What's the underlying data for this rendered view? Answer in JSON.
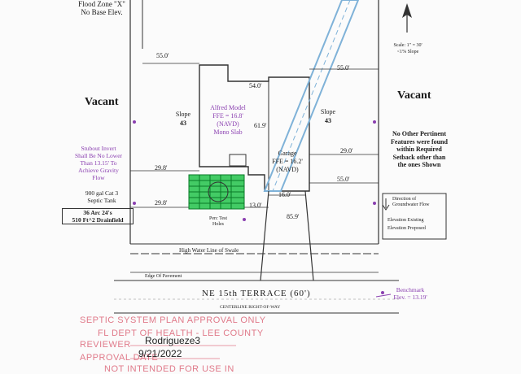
{
  "top_left": {
    "flood_zone": "Flood Zone \"X\"",
    "base_elev": "No Base Elev."
  },
  "scale": {
    "line1": "Scale: 1\" = 30'",
    "line2": "<1% Slope"
  },
  "left_label": "Vacant",
  "right_label": "Vacant",
  "house": {
    "model_lines": [
      "Alfred Model",
      "FFE = 16.8'",
      "(NAVD)",
      "Mono Slab"
    ],
    "garage_lines": [
      "Garage",
      "FFE = 16.2'",
      "(NAVD)"
    ]
  },
  "slope_left": {
    "label": "Slope",
    "value": "43"
  },
  "slope_right": {
    "label": "Slope",
    "value": "43"
  },
  "stubout_lines": [
    "Stubout Invert",
    "Shall Be No Lower",
    "Than 13.15' To",
    "Achieve Gravity",
    "Flow"
  ],
  "septic_lines": [
    "900 gal Cat 3",
    "Septic Tank"
  ],
  "drainfield_lines": [
    "36 Arc 24's",
    "510 Ft^2 Drainfield"
  ],
  "perc_lines": [
    "Perc Test",
    "Holes"
  ],
  "no_features_lines": [
    "No Other Pertinent",
    "Features were found",
    "within Required",
    "Setback other than",
    "the ones  Shown"
  ],
  "legend": {
    "flow": "Direction of Groundwater Flow",
    "elev": "Elevation Existing",
    "elev2": "Elevation Proposed"
  },
  "dims": {
    "top_left": "55.0'",
    "top_right": "55.0'",
    "house_top": "54.0'",
    "right_a": "29.0'",
    "right_b": "55.0'",
    "left_a": "29.8'",
    "left_b": "29.8'",
    "bottom_a": "16.0'",
    "bottom_b": "13.0'",
    "depth": "61.9'",
    "front": "85.9'"
  },
  "water_line": "High Water Line of Swale",
  "edge_pavement": "Edge Of Pavement",
  "street": "NE 15th TERRACE (60')",
  "centerline": "CENTERLINE  RIGHT-OF-WAY",
  "benchmark": [
    "Benchmark",
    "Elev. = 13.19'"
  ],
  "approval": {
    "line1": "SEPTIC SYSTEM PLAN APPROVAL ONLY",
    "line2": "FL DEPT OF HEALTH - LEE COUNTY",
    "reviewer_label": "REVIEWER",
    "reviewer_value": "Rodrigueze3",
    "date_label": "APPROVAL DATE",
    "date_value": "9/21/2022",
    "line5": "NOT INTENDED FOR USE IN"
  },
  "colors": {
    "line": "#333333",
    "blue": "#7fb2d8",
    "green": "#22c24a",
    "purple": "#8a3fb0",
    "stamp": "#e07a8a"
  }
}
